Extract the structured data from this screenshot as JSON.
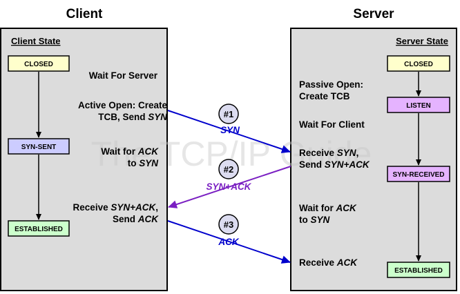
{
  "headers": {
    "client": "Client",
    "server": "Server"
  },
  "client": {
    "state_title": "Client State",
    "states": [
      "CLOSED",
      "SYN-SENT",
      "ESTABLISHED"
    ],
    "steps": {
      "wait_server": [
        "Wait For Server"
      ],
      "active_open": [
        [
          {
            "t": "Active Open: Create"
          }
        ],
        [
          {
            "t": "TCB, Send "
          },
          {
            "t": "SYN",
            "i": true
          }
        ]
      ],
      "wait_ack": [
        [
          {
            "t": "Wait for "
          },
          {
            "t": "ACK",
            "i": true
          }
        ],
        [
          {
            "t": "to "
          },
          {
            "t": "SYN",
            "i": true
          }
        ]
      ],
      "receive_synack": [
        [
          {
            "t": "Receive "
          },
          {
            "t": "SYN+ACK",
            "i": true
          },
          {
            "t": ","
          }
        ],
        [
          {
            "t": "Send "
          },
          {
            "t": "ACK",
            "i": true
          }
        ]
      ]
    }
  },
  "server": {
    "state_title": "Server State",
    "states": [
      "CLOSED",
      "LISTEN",
      "SYN-RECEIVED",
      "ESTABLISHED"
    ],
    "steps": {
      "passive_open": [
        [
          {
            "t": "Passive Open:"
          }
        ],
        [
          {
            "t": "Create TCB"
          }
        ]
      ],
      "wait_client": [
        [
          {
            "t": "Wait For Client"
          }
        ]
      ],
      "receive_syn": [
        [
          {
            "t": "Receive "
          },
          {
            "t": "SYN",
            "i": true
          },
          {
            "t": ","
          }
        ],
        [
          {
            "t": "Send "
          },
          {
            "t": "SYN+ACK",
            "i": true
          }
        ]
      ],
      "wait_ack": [
        [
          {
            "t": "Wait for "
          },
          {
            "t": "ACK",
            "i": true
          }
        ],
        [
          {
            "t": "to "
          },
          {
            "t": "SYN",
            "i": true
          }
        ]
      ],
      "receive_ack": [
        [
          {
            "t": "Receive "
          },
          {
            "t": "ACK",
            "i": true
          }
        ]
      ]
    }
  },
  "messages": [
    {
      "num": "#1",
      "label": "SYN",
      "color": "#0000cc"
    },
    {
      "num": "#2",
      "label": "SYN+ACK",
      "color": "#7a1fc2"
    },
    {
      "num": "#3",
      "label": "ACK",
      "color": "#0000cc"
    }
  ],
  "watermark": "The TCP/IP Guide",
  "colors": {
    "panel": "#dcdcdc",
    "closed_box": "#ffffcc",
    "syn_sent_box": "#ccccff",
    "listen_box": "#e5b3ff",
    "syn_received_box": "#e5b3ff",
    "established_box": "#ccffcc",
    "circle": "#dcdcf0"
  }
}
